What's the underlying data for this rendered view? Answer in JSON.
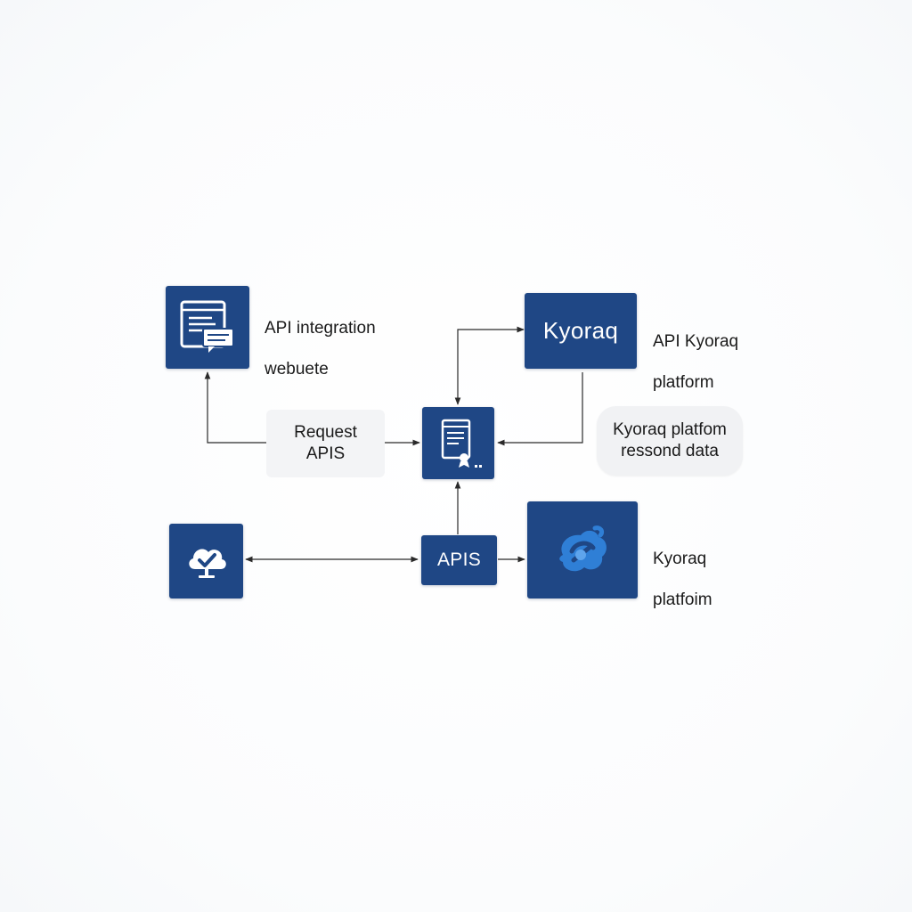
{
  "diagram": {
    "nodes": {
      "website": {
        "icon": "browser-window-chat-icon"
      },
      "kyoraq_top": {
        "text": "Kyoraq"
      },
      "document": {
        "icon": "document-certificate-icon"
      },
      "cloud": {
        "icon": "cloud-check-icon"
      },
      "apis": {
        "text": "APIS"
      },
      "platform": {
        "icon": "platform-swirl-icon"
      }
    },
    "labels": {
      "website": [
        "API integration",
        "webuete"
      ],
      "kyoraq_top": [
        "API Kyoraq",
        "platform"
      ],
      "platform": [
        "Kyoraq",
        "platfoim"
      ]
    },
    "pills": {
      "request": [
        "Request",
        "APIS"
      ],
      "response": [
        "Kyoraq platfom",
        "ressond data"
      ]
    }
  },
  "colors": {
    "node": "#1f4785",
    "accent_blue": "#2f7fd6",
    "connector": "#2a2a2a",
    "pill": "#f3f4f6"
  }
}
